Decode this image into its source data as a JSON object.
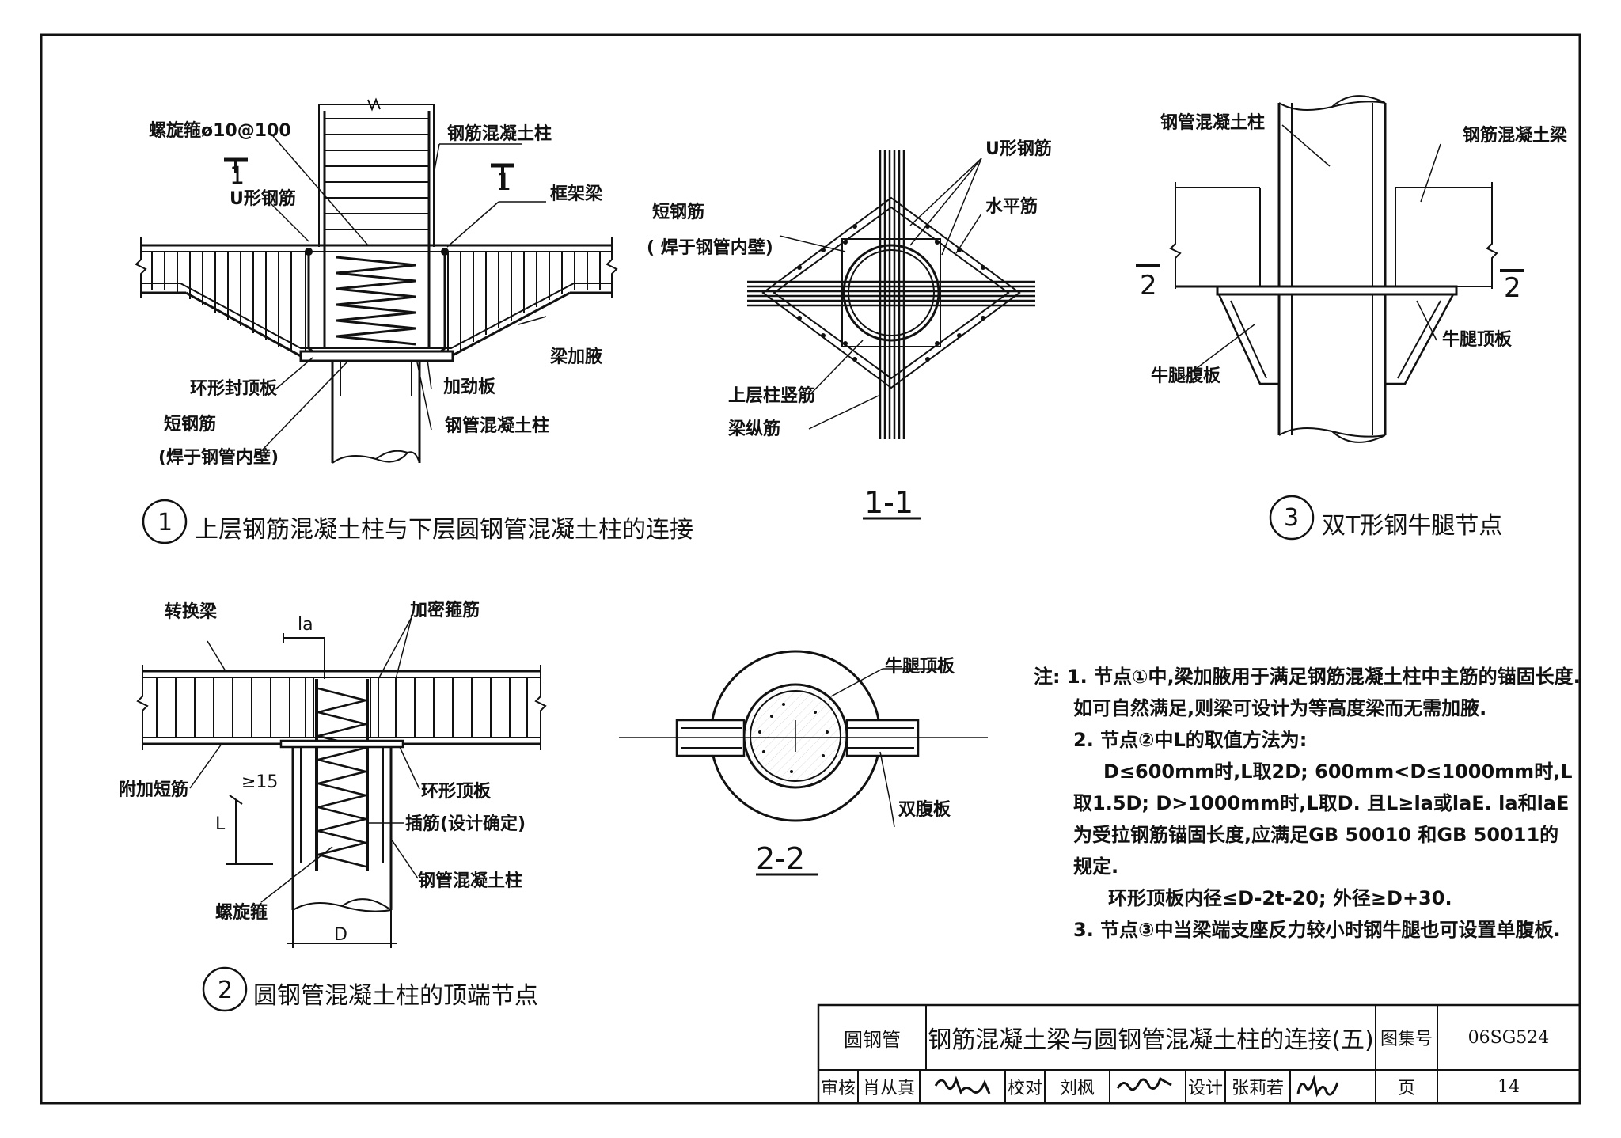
{
  "detail1": {
    "title_num": "1",
    "title": "上层钢筋混凝土柱与下层圆钢管混凝土柱的连接",
    "labels": {
      "spiral": "螺旋箍ø10@100",
      "rc_column": "钢筋混凝土柱",
      "sec_left": "1",
      "sec_right": "1",
      "u_bar": "U形钢筋",
      "frame_beam": "框架梁",
      "haunch": "梁加腋",
      "ring_cap": "环形封顶板",
      "stiffener": "加劲板",
      "short_bar": "短钢筋",
      "short_bar_note": "(焊于钢管内壁)",
      "cfst": "钢管混凝土柱"
    }
  },
  "section11": {
    "title": "1-1",
    "labels": {
      "u_bar": "U形钢筋",
      "horizontal": "水平筋",
      "short_bar": "短钢筋",
      "short_bar_note": "( 焊于钢管内壁)",
      "upper_vertical": "上层柱竖筋",
      "beam_long": "梁纵筋"
    }
  },
  "detail3": {
    "title_num": "3",
    "title": "双T形钢牛腿节点",
    "labels": {
      "cfst": "钢管混凝土柱",
      "rc_beam": "钢筋混凝土梁",
      "sec_left": "2",
      "sec_right": "2",
      "corbel_top": "牛腿顶板",
      "corbel_web": "牛腿腹板"
    }
  },
  "detail2": {
    "title_num": "2",
    "title": "圆钢管混凝土柱的顶端节点",
    "labels": {
      "transfer_beam": "转换梁",
      "dense_stirrup": "加密箍筋",
      "la": "la",
      "extra_short": "附加短筋",
      "ge15": "≥15",
      "L": "L",
      "ring_top": "环形顶板",
      "dowel": "插筋(设计确定)",
      "cfst": "钢管混凝土柱",
      "spiral": "螺旋箍",
      "D": "D"
    }
  },
  "section22": {
    "title": "2-2",
    "labels": {
      "corbel_top": "牛腿顶板",
      "double_web": "双腹板"
    }
  },
  "notes": {
    "prefix": "注:",
    "lines": [
      "1. 节点①中,梁加腋用于满足钢筋混凝土柱中主筋的锚固长度.",
      "如可自然满足,则梁可设计为等高度梁而无需加腋.",
      "2. 节点②中L的取值方法为:",
      "D≤600mm时,L取2D; 600mm<D≤1000mm时,L",
      "取1.5D; D>1000mm时,L取D. 且L≥la或laE. la和laE",
      "为受拉钢筋锚固长度,应满足GB 50010 和GB 50011的",
      "规定.",
      "环形顶板内径≤D-2t-20; 外径≥D+30.",
      "3. 节点③中当梁端支座反力较小时钢牛腿也可设置单腹板."
    ]
  },
  "title_block": {
    "category": "圆钢管",
    "title": "钢筋混凝土梁与圆钢管混凝土柱的连接(五)",
    "atlas_label": "图集号",
    "atlas_no": "06SG524",
    "review_label": "审核",
    "reviewer": "肖从真",
    "check_label": "校对",
    "checker": "刘枫",
    "design_label": "设计",
    "designer": "张莉若",
    "page_label": "页",
    "page_no": "14"
  }
}
